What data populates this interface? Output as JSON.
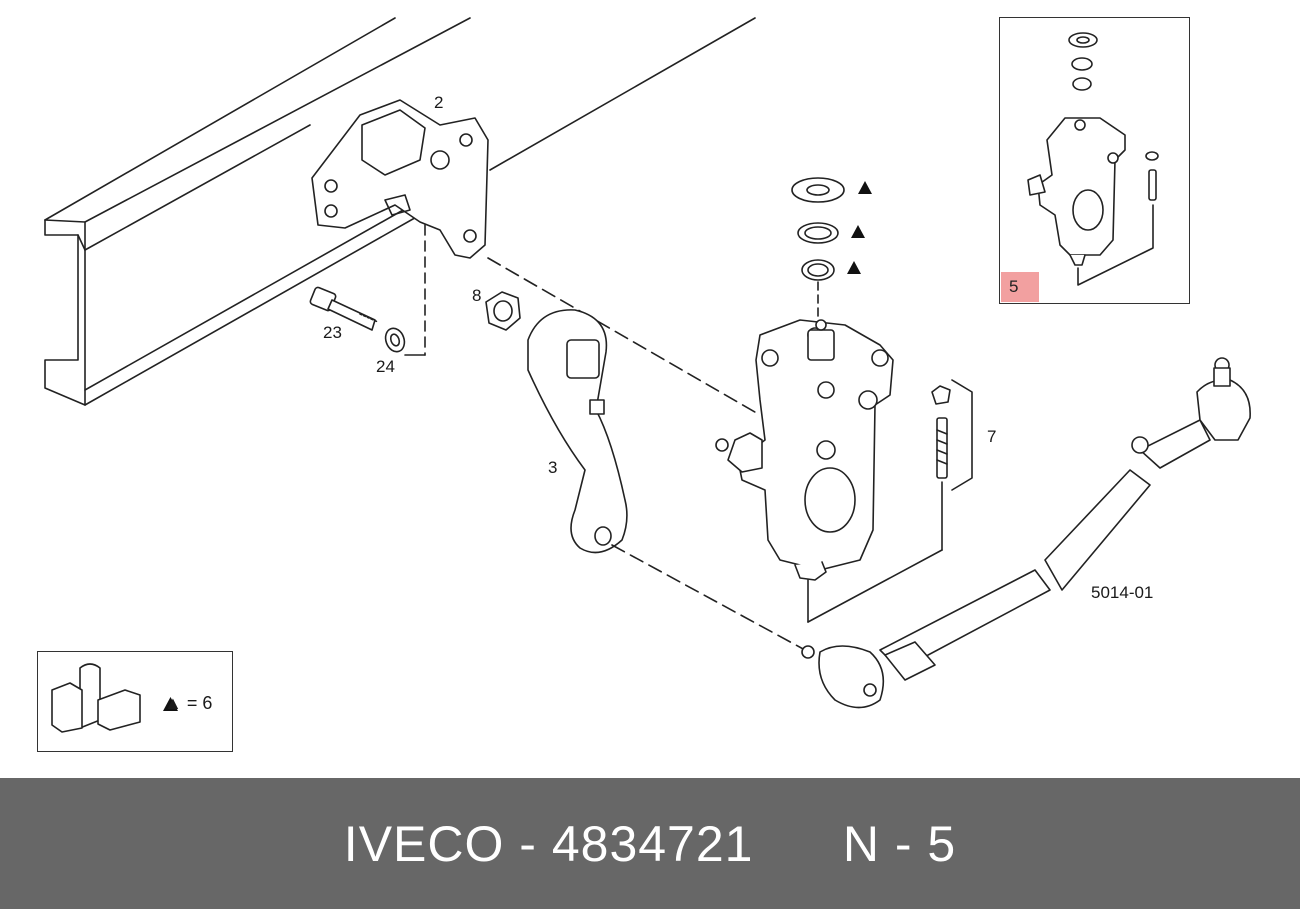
{
  "callouts": {
    "c2": "2",
    "c3": "3",
    "c7": "7",
    "c8": "8",
    "c23": "23",
    "c24": "24",
    "c5": "5"
  },
  "drawing_code": "5014-01",
  "legend": {
    "text": "▲ = 6"
  },
  "footer": {
    "brand": "IVECO",
    "part_number": "4834721",
    "ref": "N - 5",
    "separator": " - "
  },
  "colors": {
    "footer_bg": "#676767",
    "inset_label_bg": "#f2a0a0",
    "line": "#222222"
  }
}
